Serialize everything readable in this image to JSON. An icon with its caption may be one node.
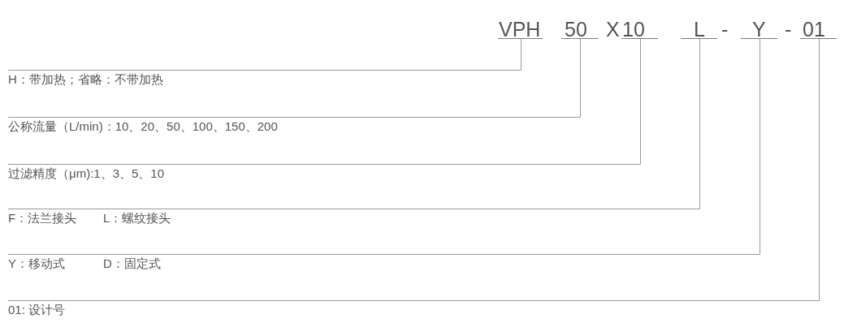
{
  "diagram": {
    "nodes": [
      {
        "text": [
          "VPH"
        ]
      },
      {
        "text": [
          "50"
        ]
      },
      {
        "text": [
          "10"
        ]
      },
      {
        "text": [
          "L"
        ]
      },
      {
        "text": [
          "Y"
        ]
      },
      {
        "text": [
          "01"
        ]
      },
      {
        "text": [
          "H：带加热；省略：不带加热"
        ]
      },
      {
        "text": [
          "公称流量（L/min)：10、20、50、100、150、200"
        ]
      },
      {
        "text": [
          "过滤精度（μm):1、3、5、10"
        ]
      },
      {
        "text": [
          "F：法兰接头",
          "L：螺纹接头"
        ]
      },
      {
        "text": [
          "Y：移动式",
          "D：固定式"
        ]
      },
      {
        "text": [
          "01: 设计号"
        ]
      }
    ],
    "edges": [
      {
        "from": 6,
        "to": 0,
        "arrow": "none"
      },
      {
        "from": 7,
        "to": 1,
        "arrow": "none"
      },
      {
        "from": 8,
        "to": 2,
        "arrow": "none"
      },
      {
        "from": 9,
        "to": 3,
        "arrow": "none"
      },
      {
        "from": 10,
        "to": 4,
        "arrow": "none"
      },
      {
        "from": 11,
        "to": 5,
        "arrow": "none"
      }
    ],
    "labels": [
      "X",
      "-",
      "-"
    ]
  }
}
